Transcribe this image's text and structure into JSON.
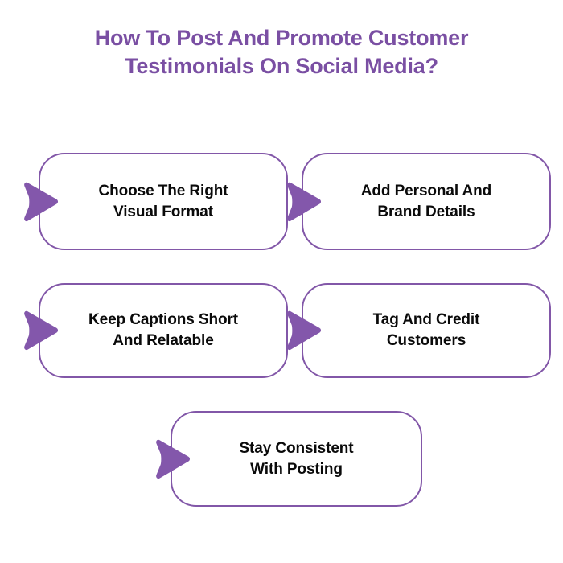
{
  "title": {
    "line1": "How To Post And Promote Customer",
    "line2": "Testimonials On Social Media?",
    "color": "#7a4fa3"
  },
  "theme": {
    "background": "#ffffff",
    "box_background": "#ffffff",
    "box_border": "#8257a8",
    "arrow_fill": "#8357ab",
    "step_text": "#0a0a0a"
  },
  "steps": [
    {
      "id": 1,
      "line1": "Choose The Right",
      "line2": "Visual Format",
      "arrow": "arrow-right-icon"
    },
    {
      "id": 2,
      "line1": "Add Personal And",
      "line2": "Brand Details",
      "arrow": "arrow-right-icon"
    },
    {
      "id": 3,
      "line1": "Keep Captions Short",
      "line2": "And Relatable",
      "arrow": "arrow-right-icon"
    },
    {
      "id": 4,
      "line1": "Tag And Credit",
      "line2": "Customers",
      "arrow": "arrow-right-icon"
    },
    {
      "id": 5,
      "line1": "Stay Consistent",
      "line2": "With Posting",
      "arrow": "arrow-right-icon"
    }
  ]
}
